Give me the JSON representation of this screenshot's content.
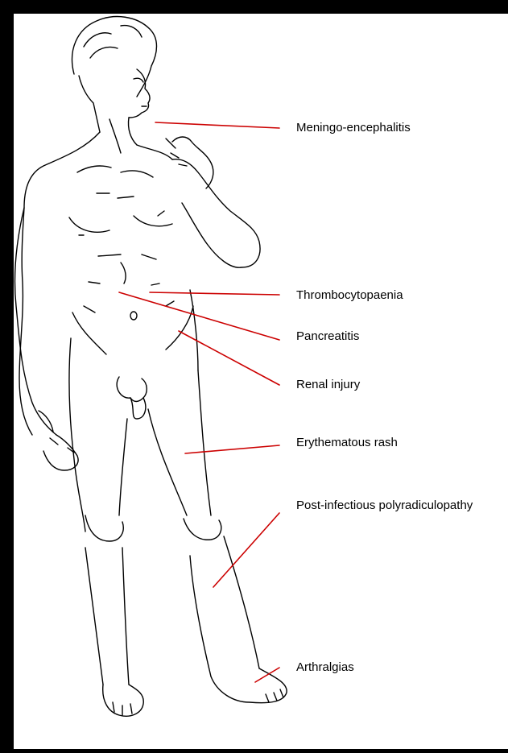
{
  "colors": {
    "frame": "#000000",
    "background": "#ffffff",
    "outline": "#000000",
    "leader_line": "#cc0000"
  },
  "figure": {
    "icon": "human-body-statue-icon"
  },
  "labels": [
    {
      "id": "meningo-encephalitis",
      "text": "Meningo-encephalitis"
    },
    {
      "id": "thrombocytopaenia",
      "text": "Thrombocytopaenia"
    },
    {
      "id": "pancreatitis",
      "text": "Pancreatitis"
    },
    {
      "id": "renal-injury",
      "text": "Renal injury"
    },
    {
      "id": "erythematous-rash",
      "text": "Erythematous rash"
    },
    {
      "id": "post-infectious-polyradiculopathy",
      "text": "Post-infectious polyradiculopathy"
    },
    {
      "id": "arthralgias",
      "text": "Arthralgias"
    }
  ]
}
